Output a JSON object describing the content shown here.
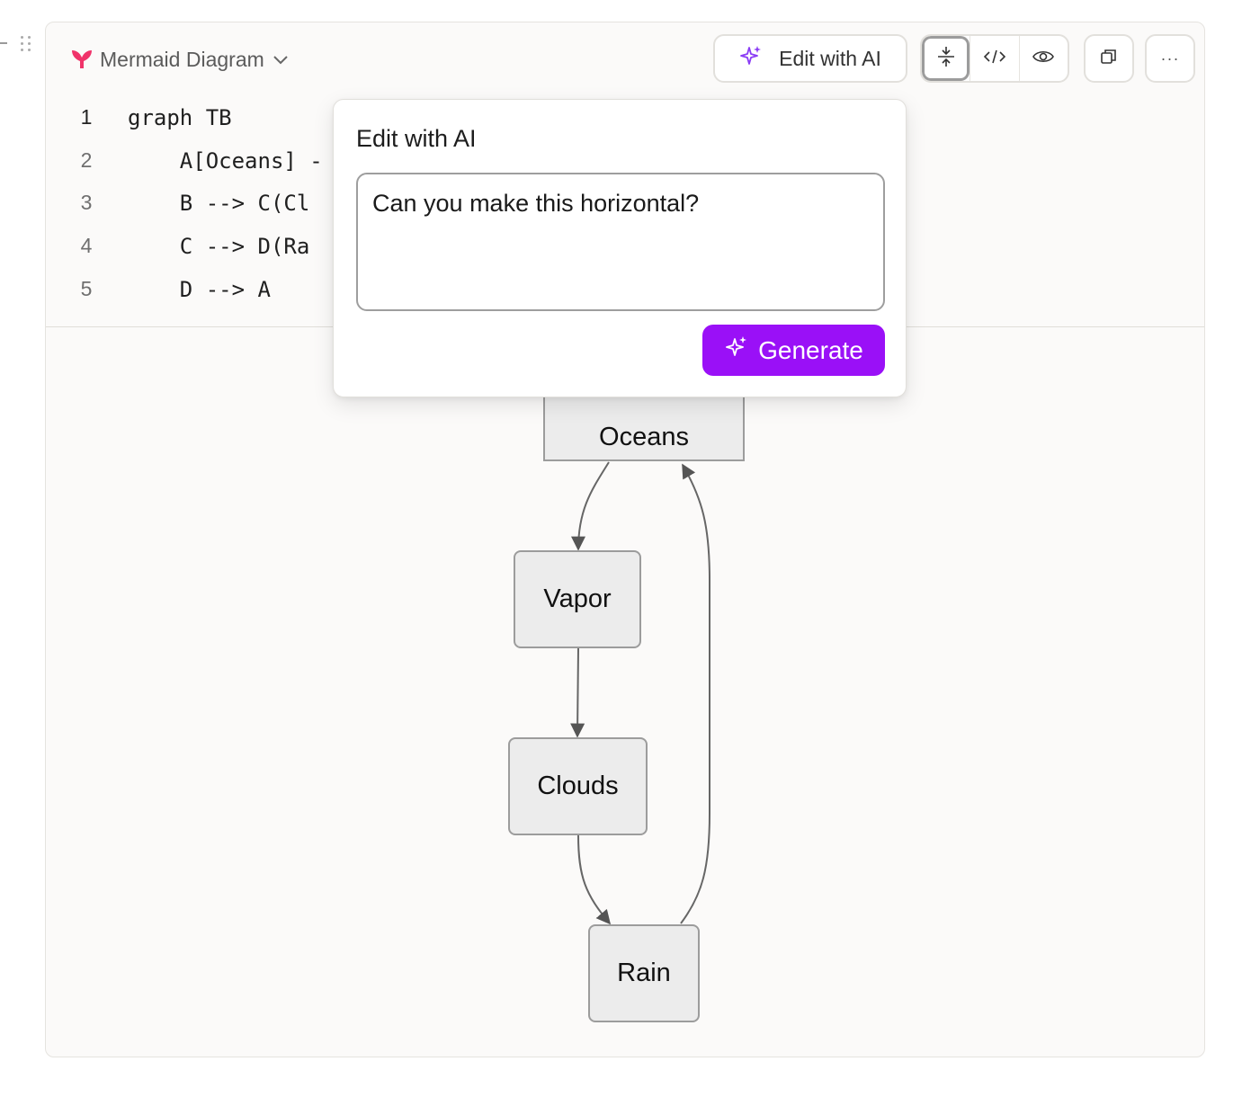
{
  "block": {
    "type_label": "Mermaid Diagram",
    "brand_color": "#f0336a"
  },
  "toolbar": {
    "edit_ai_label": "Edit with AI",
    "more_label": "···",
    "icons": [
      "sparkle-icon",
      "split-view-icon",
      "code-icon",
      "eye-icon",
      "copy-icon",
      "more-icon"
    ]
  },
  "code": {
    "lines": [
      {
        "n": "1",
        "text": "graph TB"
      },
      {
        "n": "2",
        "text": "    A[Oceans] -"
      },
      {
        "n": "3",
        "text": "    B --> C(Cl"
      },
      {
        "n": "4",
        "text": "    C --> D(Ra"
      },
      {
        "n": "5",
        "text": "    D --> A"
      }
    ]
  },
  "diagram": {
    "nodes": [
      "Oceans",
      "Vapor",
      "Clouds",
      "Rain"
    ]
  },
  "popover": {
    "title": "Edit with AI",
    "prompt_value": "Can you make this horizontal?",
    "generate_label": "Generate",
    "accent_color": "#9a10f7"
  }
}
